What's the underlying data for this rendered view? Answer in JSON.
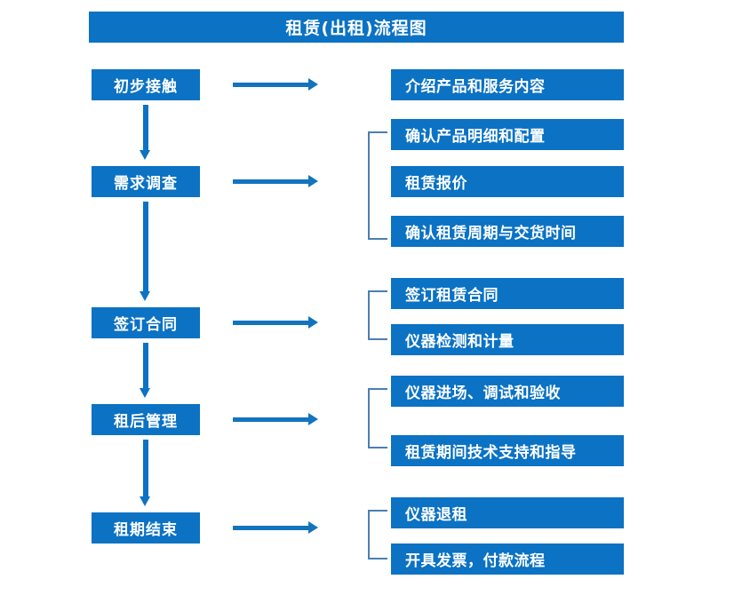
{
  "title": "租赁(出租)流程图",
  "colors": {
    "box_blue": "#0b72c4",
    "arrow_blue": "#1274bd",
    "bracket_blue": "#4a7fb0",
    "text_white": "#ffffff",
    "background": "#ffffff"
  },
  "stages": [
    {
      "label": "初步接触"
    },
    {
      "label": "需求调查"
    },
    {
      "label": "签订合同"
    },
    {
      "label": "租后管理"
    },
    {
      "label": "租期结束"
    }
  ],
  "details": [
    {
      "label": "介绍产品和服务内容"
    },
    {
      "label": "确认产品明细和配置"
    },
    {
      "label": "租赁报价"
    },
    {
      "label": "确认租赁周期与交货时间"
    },
    {
      "label": "签订租赁合同"
    },
    {
      "label": "仪器检测和计量"
    },
    {
      "label": "仪器进场、调试和验收"
    },
    {
      "label": "租赁期间技术支持和指导"
    },
    {
      "label": "仪器退租"
    },
    {
      "label": "开具发票，付款流程"
    }
  ]
}
